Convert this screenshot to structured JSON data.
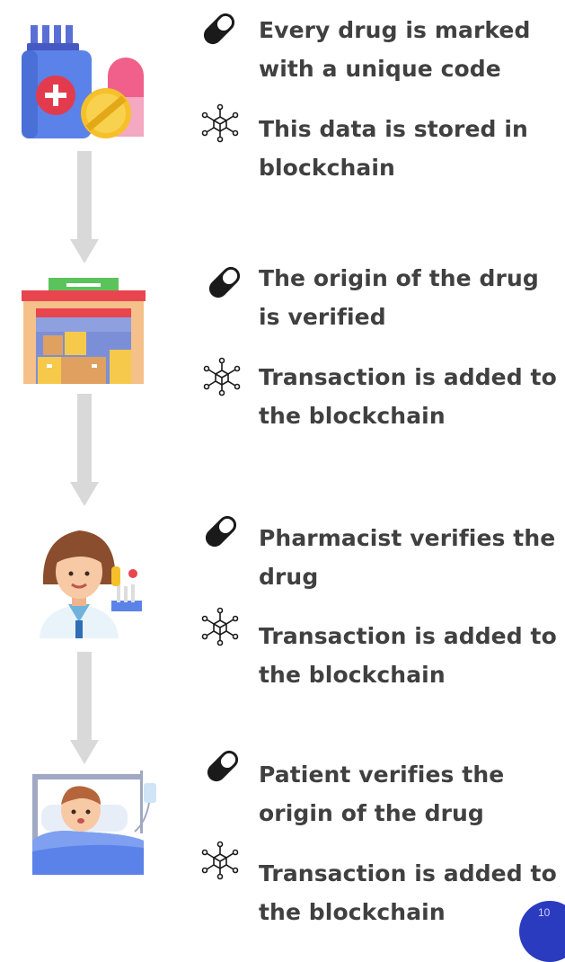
{
  "stages": [
    {
      "name": "manufacturer",
      "items": [
        {
          "icon": "pill-icon",
          "text": "Every drug is marked with a unique code"
        },
        {
          "icon": "blockchain-network-icon",
          "text": "This data is stored in blockchain"
        }
      ]
    },
    {
      "name": "warehouse",
      "items": [
        {
          "icon": "pill-icon",
          "text": "The origin of the drug is verified"
        },
        {
          "icon": "blockchain-network-icon",
          "text": "Transaction is added to the blockchain"
        }
      ]
    },
    {
      "name": "pharmacist",
      "items": [
        {
          "icon": "pill-icon",
          "text": "Pharmacist verifies the drug"
        },
        {
          "icon": "blockchain-network-icon",
          "text": "Transaction is added to the blockchain"
        }
      ]
    },
    {
      "name": "patient",
      "items": [
        {
          "icon": "pill-icon",
          "text": "Patient verifies the origin of the drug"
        },
        {
          "icon": "blockchain-network-icon",
          "text": "Transaction is added to the blockchain"
        }
      ]
    }
  ],
  "page_number": "10",
  "colors": {
    "text": "#404040",
    "arrow": "#d9d9d9",
    "badge": "#2B3BBF"
  }
}
